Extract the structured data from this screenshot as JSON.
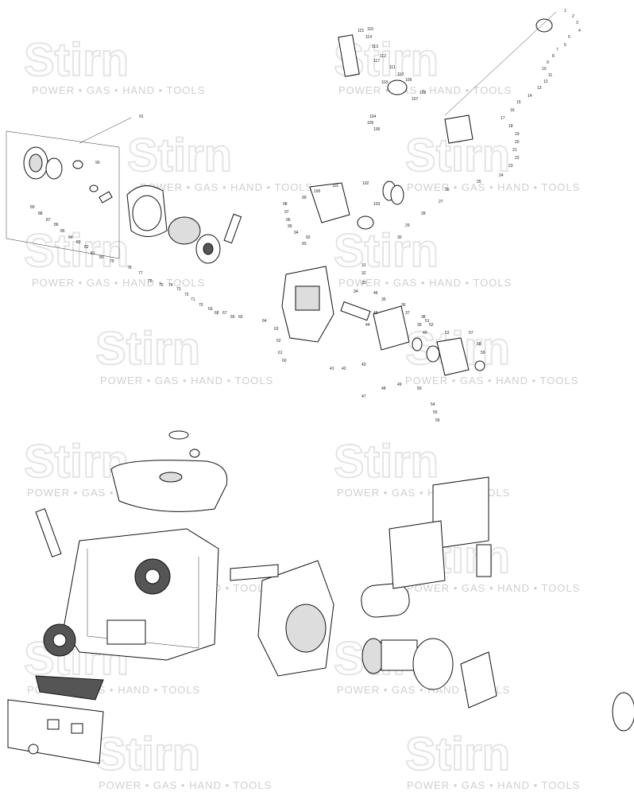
{
  "watermark": {
    "brand": "Stirn",
    "tagline": "POWER • GAS • HAND • TOOLS"
  },
  "engine_callouts": [
    "1",
    "2",
    "3",
    "4",
    "5",
    "6",
    "7",
    "8",
    "9",
    "10",
    "11",
    "12",
    "13",
    "14",
    "15",
    "16",
    "17",
    "18",
    "19",
    "20",
    "21",
    "22",
    "23",
    "24",
    "25",
    "26",
    "27",
    "28",
    "29",
    "30",
    "31",
    "32",
    "33",
    "34",
    "35",
    "36",
    "37",
    "38",
    "39",
    "40",
    "41",
    "42",
    "43",
    "44",
    "45",
    "46",
    "47",
    "48",
    "49",
    "50",
    "51",
    "52",
    "53",
    "54",
    "55",
    "56",
    "57",
    "58",
    "59",
    "60",
    "61",
    "62",
    "63",
    "64",
    "65",
    "66",
    "67",
    "68",
    "69",
    "70",
    "71",
    "72",
    "73",
    "74",
    "75",
    "76",
    "77",
    "78",
    "79",
    "80",
    "81",
    "82",
    "83",
    "84",
    "85",
    "86",
    "87",
    "88",
    "89",
    "90",
    "91",
    "92",
    "93",
    "94",
    "95",
    "96",
    "97",
    "98",
    "99",
    "100",
    "101",
    "102",
    "103",
    "104",
    "105",
    "106",
    "107",
    "108",
    "109",
    "110",
    "111",
    "112",
    "113",
    "114",
    "115",
    "116",
    "117",
    "118"
  ]
}
